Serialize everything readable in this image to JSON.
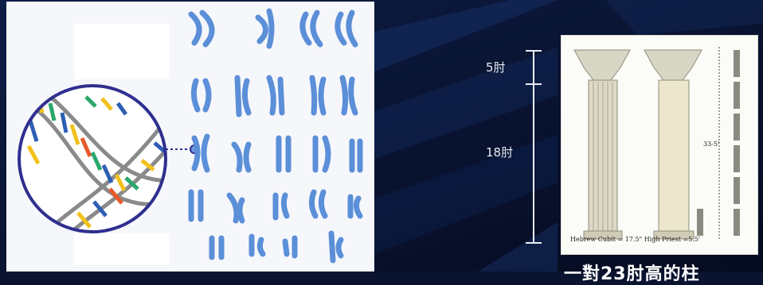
{
  "measure_top": "5肘",
  "measure_main": "18肘",
  "pillar_caption": "Hebrew Cubit = 17.5\"  High Priest  =5.5'",
  "pillar_height": "33-5'",
  "bottom_caption": "一對23肘高的柱",
  "colors": {
    "background": "#0a1430",
    "chromosome": "#5b8fd8",
    "circle_border": "#2f2f8f",
    "panel": "#f6f7fb"
  }
}
